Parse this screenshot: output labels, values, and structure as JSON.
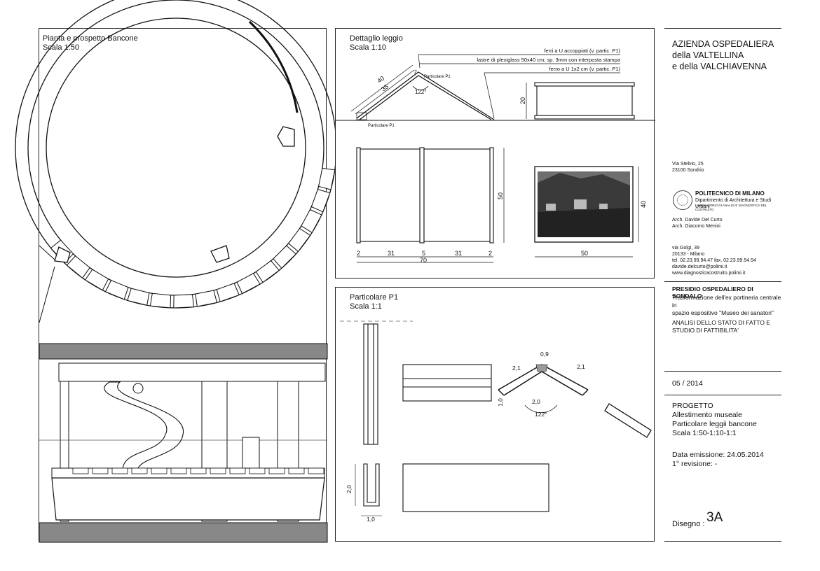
{
  "panels": {
    "plan": {
      "title": "Pianta e prospetto Bancone",
      "scale": "Scala 1:50"
    },
    "detail": {
      "title": "Dettaglio leggio",
      "scale": "Scala 1:10",
      "callouts": [
        "ferri a U accoppiati (v. partic. P1)",
        "lastre di plexiglass 50x40 cm, sp. 3mm con interposta stampa",
        "ferro a U 1x2 cm (v. partic. P1)"
      ],
      "marker": "Particolare P1",
      "dims": {
        "d40": "40",
        "d35": "35",
        "d2": "2",
        "angle": "122°",
        "h20": "20",
        "h50": "50",
        "w2a": "2",
        "w31a": "31",
        "w5": "5",
        "w31b": "31",
        "w2b": "2",
        "w70": "70",
        "h40": "40",
        "w50": "50"
      }
    },
    "particolare": {
      "title": "Particolare P1",
      "scale": "Scala 1:1",
      "dims": {
        "a21": "2,1",
        "a09": "0,9",
        "b21": "2,1",
        "v10": "1,0",
        "a20": "2,0",
        "angle": "122°",
        "h20": "2,0",
        "w10": "1,0"
      }
    }
  },
  "titleblock": {
    "client": "AZIENDA OSPEDALIERA\ndella VALTELLINA\ne della VALCHIAVENNA",
    "address": "Via Stelvio, 25\n23100 Sondrio",
    "polimi_name": "POLITECNICO DI MILANO",
    "polimi_dept": "Dipartimento di Architettura e Studi Urbani",
    "polimi_lab": "LABORATORIO DI ANALISI E DIAGNOSTICA DEL COSTRUITO",
    "architects": "Arch. Davide Del Curto\nArch. Giacomo Menini",
    "contacts": "via Golgi, 39\n20133 - Milano\ntel. 02.23.99.94.47   fax. 02.23.99.54.54\ndavide.delcurto@polimi.it\nwww.diagnosticacostruito.polimi.it",
    "presidio": "PRESIDIO OSPEDALIERO DI SONDALO",
    "project_desc": "Trasformazione dell'ex portineria centrale in\nspazio espositivo \"Museo dei sanatori\"",
    "analysis": "ANALISI DELLO STATO DI FATTO E\nSTUDIO DI FATTIBILITA'",
    "date_code": "05 / 2014",
    "progetto": "PROGETTO\nAllestimento museale\nParticolare leggii bancone\nScala 1:50-1:10-1:1",
    "emission": "Data emissione: 24.05.2014\n1° revisione: -",
    "disegno_label": "Disegno :",
    "disegno_value": "3A"
  }
}
